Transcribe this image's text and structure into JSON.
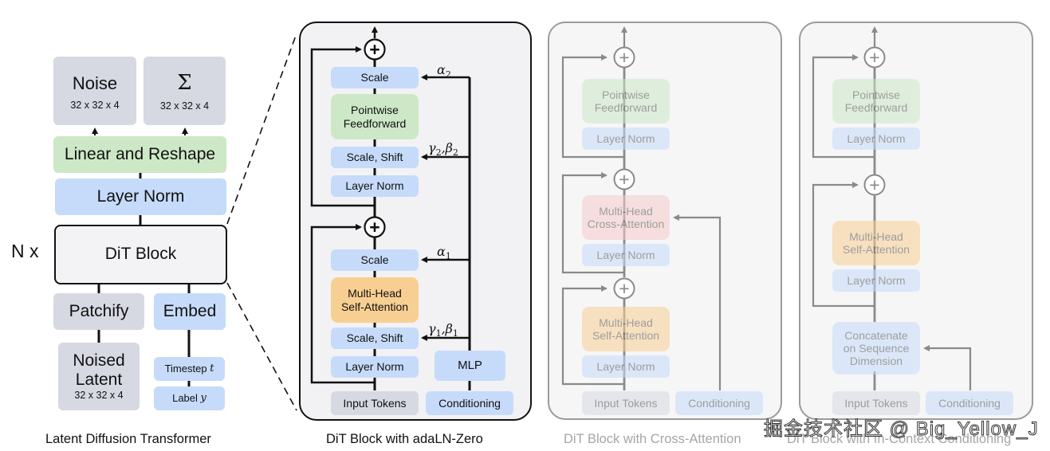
{
  "left_diagram": {
    "noise": {
      "label": "Noise",
      "dims": "32 x 32 x 4"
    },
    "sigma": {
      "label": "Σ",
      "dims": "32 x 32 x 4"
    },
    "linear_reshape": "Linear and Reshape",
    "layer_norm": "Layer Norm",
    "repeat": "N x",
    "dit_block": "DiT Block",
    "patchify": "Patchify",
    "embed": "Embed",
    "noised_latent": {
      "line1": "Noised",
      "line2": "Latent",
      "dims": "32 x 32 x 4"
    },
    "timestep": {
      "label": "Timestep",
      "symbol": "t"
    },
    "class_label": {
      "label": "Label",
      "symbol": "y"
    },
    "caption": "Latent Diffusion Transformer"
  },
  "adaln_block": {
    "scale_top": "Scale",
    "pointwise_ff": {
      "line1": "Pointwise",
      "line2": "Feedforward"
    },
    "scale_shift_top": "Scale, Shift",
    "layer_norm_top": "Layer Norm",
    "scale_bottom": "Scale",
    "mhsa": {
      "line1": "Multi-Head",
      "line2": "Self-Attention"
    },
    "scale_shift_bottom": "Scale, Shift",
    "layer_norm_bottom": "Layer Norm",
    "mlp": "MLP",
    "input_tokens": "Input Tokens",
    "conditioning": "Conditioning",
    "alpha2": {
      "base": "α",
      "sub": "2"
    },
    "gamma2_beta2": {
      "g": "γ",
      "gsub": "2",
      "b": "β",
      "bsub": "2"
    },
    "alpha1": {
      "base": "α",
      "sub": "1"
    },
    "gamma1_beta1": {
      "g": "γ",
      "gsub": "1",
      "b": "β",
      "bsub": "1"
    },
    "plus": "+",
    "caption": "DiT Block with adaLN-Zero"
  },
  "cross_attn_block": {
    "pointwise_ff": {
      "line1": "Pointwise",
      "line2": "Feedforward"
    },
    "layer_norm_1": "Layer Norm",
    "mhca": {
      "line1": "Multi-Head",
      "line2": "Cross-Attention"
    },
    "layer_norm_2": "Layer Norm",
    "mhsa": {
      "line1": "Multi-Head",
      "line2": "Self-Attention"
    },
    "layer_norm_3": "Layer Norm",
    "input_tokens": "Input Tokens",
    "conditioning": "Conditioning",
    "plus": "+",
    "caption": "DiT Block with Cross-Attention"
  },
  "in_context_block": {
    "pointwise_ff": {
      "line1": "Pointwise",
      "line2": "Feedforward"
    },
    "layer_norm_1": "Layer Norm",
    "mhsa": {
      "line1": "Multi-Head",
      "line2": "Self-Attention"
    },
    "layer_norm_2": "Layer Norm",
    "concat": {
      "line1": "Concatenate",
      "line2": "on Sequence",
      "line3": "Dimension"
    },
    "input_tokens": "Input Tokens",
    "conditioning": "Conditioning",
    "plus": "+",
    "caption": "DiT Block with In-Context Conditioning"
  },
  "watermark": "掘金技术社区 @ Big_Yellow_J",
  "colors": {
    "gray_box": "#d7d9e2",
    "blue_box": "#c6dbfa",
    "green_box": "#cde8c6",
    "orange_box": "#f8cf92",
    "pink_box": "#f6cccc"
  }
}
